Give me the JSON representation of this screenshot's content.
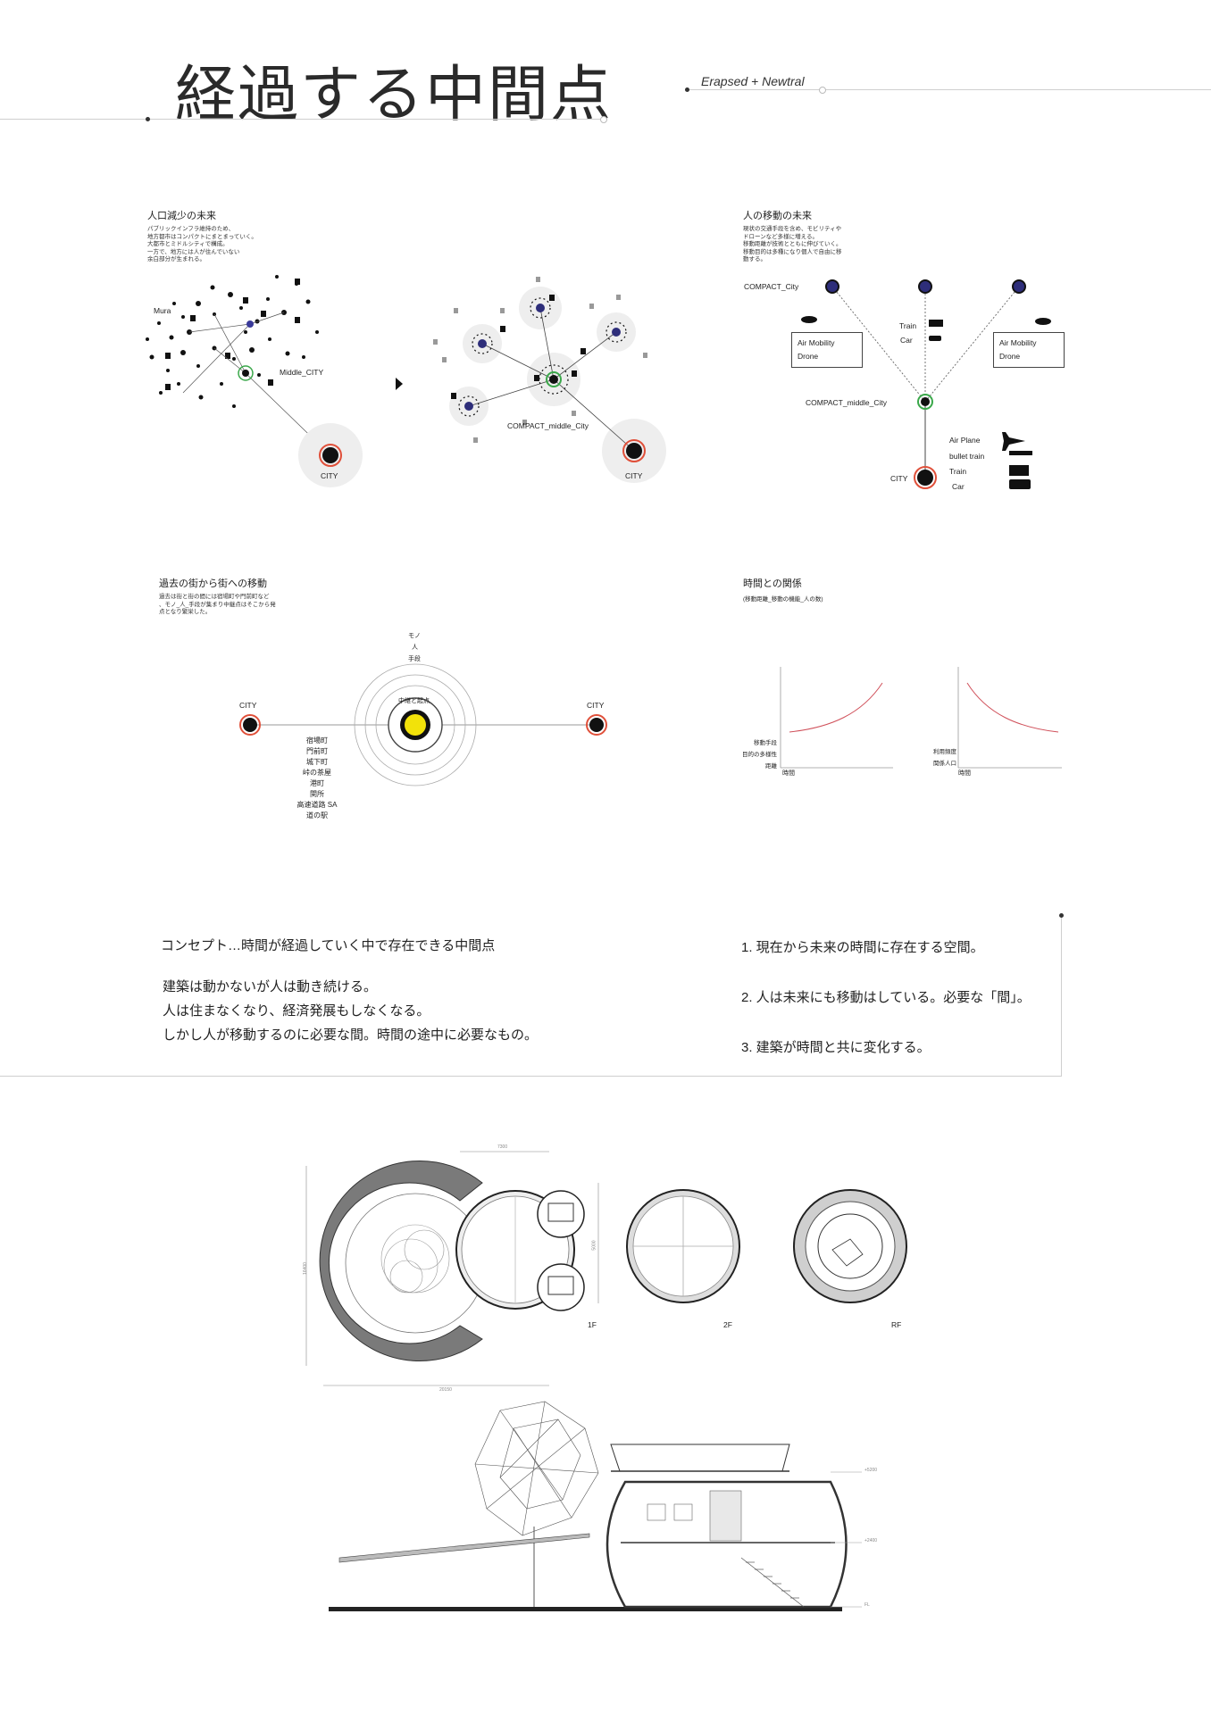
{
  "header": {
    "title": "経過する中間点",
    "subtitle": "Erapsed + Newtral"
  },
  "population": {
    "heading": "人口減少の未来",
    "desc": [
      "パブリックインフラ維持のため、",
      "地方都市はコンパクトにまとまっていく。",
      "大都市とミドルシティで構成。",
      "一方で、地方には人が住んでいない",
      "余白部分が生まれる。"
    ],
    "labels": {
      "mura": "Mura",
      "middle_city": "Middle_CITY",
      "city1": "CITY",
      "compact": "COMPACT_middle_City",
      "city2": "CITY"
    }
  },
  "mobility": {
    "heading": "人の移動の未来",
    "desc": [
      "現状の交通手段を含め、モビリティや",
      "ドローンなど多様に増える。",
      "移動距離が技術とともに伸びていく。",
      "移動目的は多種になり個人で自由に移",
      "動する。"
    ],
    "labels": {
      "compact_city": "COMPACT_City",
      "left_box": [
        "Air Mobility",
        "Drone"
      ],
      "right_box": [
        "Air Mobility",
        "Drone"
      ],
      "train": "Train",
      "car": "Car",
      "compact_middle": "COMPACT_middle_City",
      "modes": [
        "Air Plane",
        "bullet train",
        "Train",
        "Car"
      ],
      "city": "CITY"
    }
  },
  "past": {
    "heading": "過去の街から街への移動",
    "desc": [
      "過去は街と街の間には宿場町や門前町など",
      "、モノ_人_手段が集まり中継点はそこから発",
      "点となり繁栄した。"
    ],
    "top_labels": [
      "モノ",
      "人",
      "手段"
    ],
    "center_label": "中継と起点",
    "city_left": "CITY",
    "city_right": "CITY",
    "list": [
      "宿場町",
      "門前町",
      "城下町",
      "峠の茶屋",
      "港町",
      "関所",
      "高速道路 SA",
      "道の駅"
    ]
  },
  "time": {
    "heading": "時間との関係",
    "sub": "(移動距離_移動の機能_人の数)",
    "left_ylabels": [
      "移動手段",
      "目的の多様性",
      "距離"
    ],
    "left_xlabel": "時間",
    "right_ylabels": [
      "利用頻度",
      "関係人口"
    ],
    "right_xlabel": "時間"
  },
  "concept": {
    "title": "コンセプト…時間が経過していく中で存在できる中間点",
    "lines": [
      "建築は動かないが人は動き続ける。",
      "人は住まなくなり、経済発展もしなくなる。",
      "しかし人が移動するのに必要な間。時間の途中に必要なもの。"
    ],
    "points": [
      "1. 現在から未来の時間に存在する空間。",
      "2. 人は未来にも移動はしている。必要な「間」。",
      "3. 建築が時間と共に変化する。"
    ]
  },
  "plans": {
    "labels": [
      "1F",
      "2F",
      "RF"
    ],
    "dims": [
      "7300",
      "16400",
      "5000",
      "20150"
    ]
  },
  "section": {
    "levels": [
      "+5200",
      "+2400",
      "FL"
    ]
  }
}
